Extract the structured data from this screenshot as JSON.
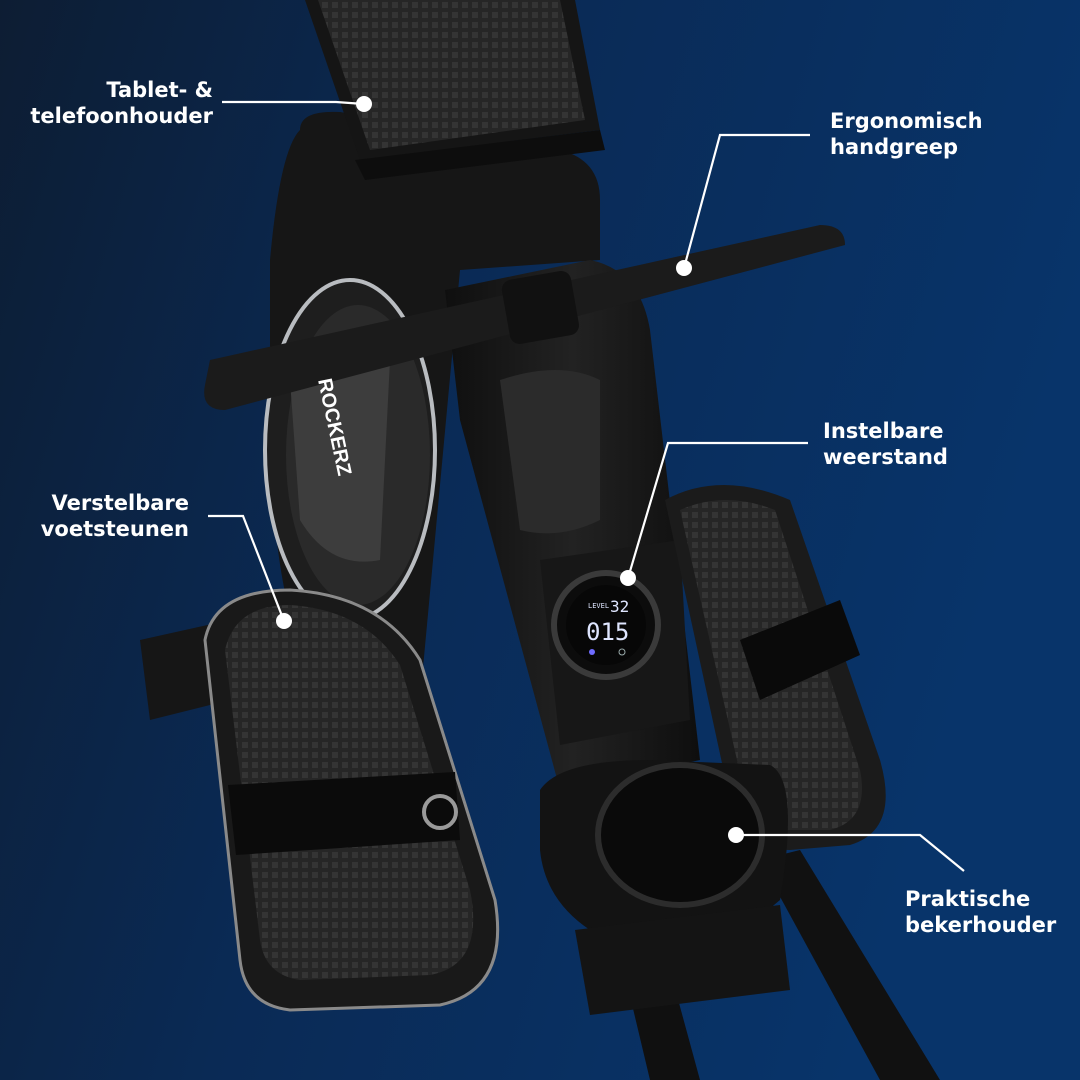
{
  "brand": {
    "name": "ROCKERZ"
  },
  "console": {
    "level_label": "LEVEL",
    "level_value": "32",
    "count_value": "015"
  },
  "callouts": {
    "tablet": {
      "line1": "Tablet- &",
      "line2": "telefoonhouder"
    },
    "handle": {
      "line1": "Ergonomisch",
      "line2": "handgreep"
    },
    "resistance": {
      "line1": "Instelbare",
      "line2": "weerstand"
    },
    "footrests": {
      "line1": "Verstelbare",
      "line2": "voetsteunen"
    },
    "cupholder": {
      "line1": "Praktische",
      "line2": "bekerhouder"
    }
  },
  "colors": {
    "bg_left": "#0d1d33",
    "bg_right": "#08346a",
    "machine": "#1a1a1a",
    "text": "#ffffff",
    "lcd": "#dfe6ff"
  }
}
